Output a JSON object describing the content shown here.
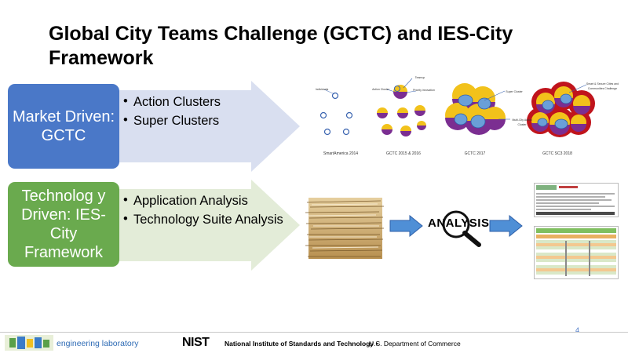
{
  "title": "Global City Teams Challenge (GCTC) and IES-City Framework",
  "rows": [
    {
      "box_label": "Market Driven: GCTC",
      "bullets": [
        "Action Clusters",
        "Super Clusters"
      ]
    },
    {
      "box_label": "Technolog y Driven: IES-City Framework",
      "bullets": [
        "Application Analysis",
        "Technology Suite Analysis"
      ]
    }
  ],
  "cluster_diagram": {
    "captions": [
      "SmartAmerica 2014",
      "GCTC 2015 & 2016",
      "GCTC 2017",
      "GCTC SC3 2018"
    ],
    "annotations": [
      "Individuals",
      "Action Cluster",
      "Teamup",
      "Priority innovation",
      "Super Cluster",
      "Multi-City Action Cluster",
      "Smart & Secure Cities and Communities Challenge"
    ]
  },
  "analysis_flow": {
    "analysis_label": "ANALYSIS"
  },
  "footer": {
    "page_number": "4",
    "lab_name": "engineering laboratory",
    "nist_logo": "NIST",
    "nist_full": "National Institute of Standards and Technology",
    "separator": "•",
    "department": "U.S. Department of Commerce"
  },
  "colors": {
    "blue_box": "#4a78c8",
    "green_box": "#6aaa4e",
    "arrow_blue": "#d9dff0",
    "arrow_green": "#e3ecd8",
    "flow_arrow": "#4f8fd6"
  }
}
